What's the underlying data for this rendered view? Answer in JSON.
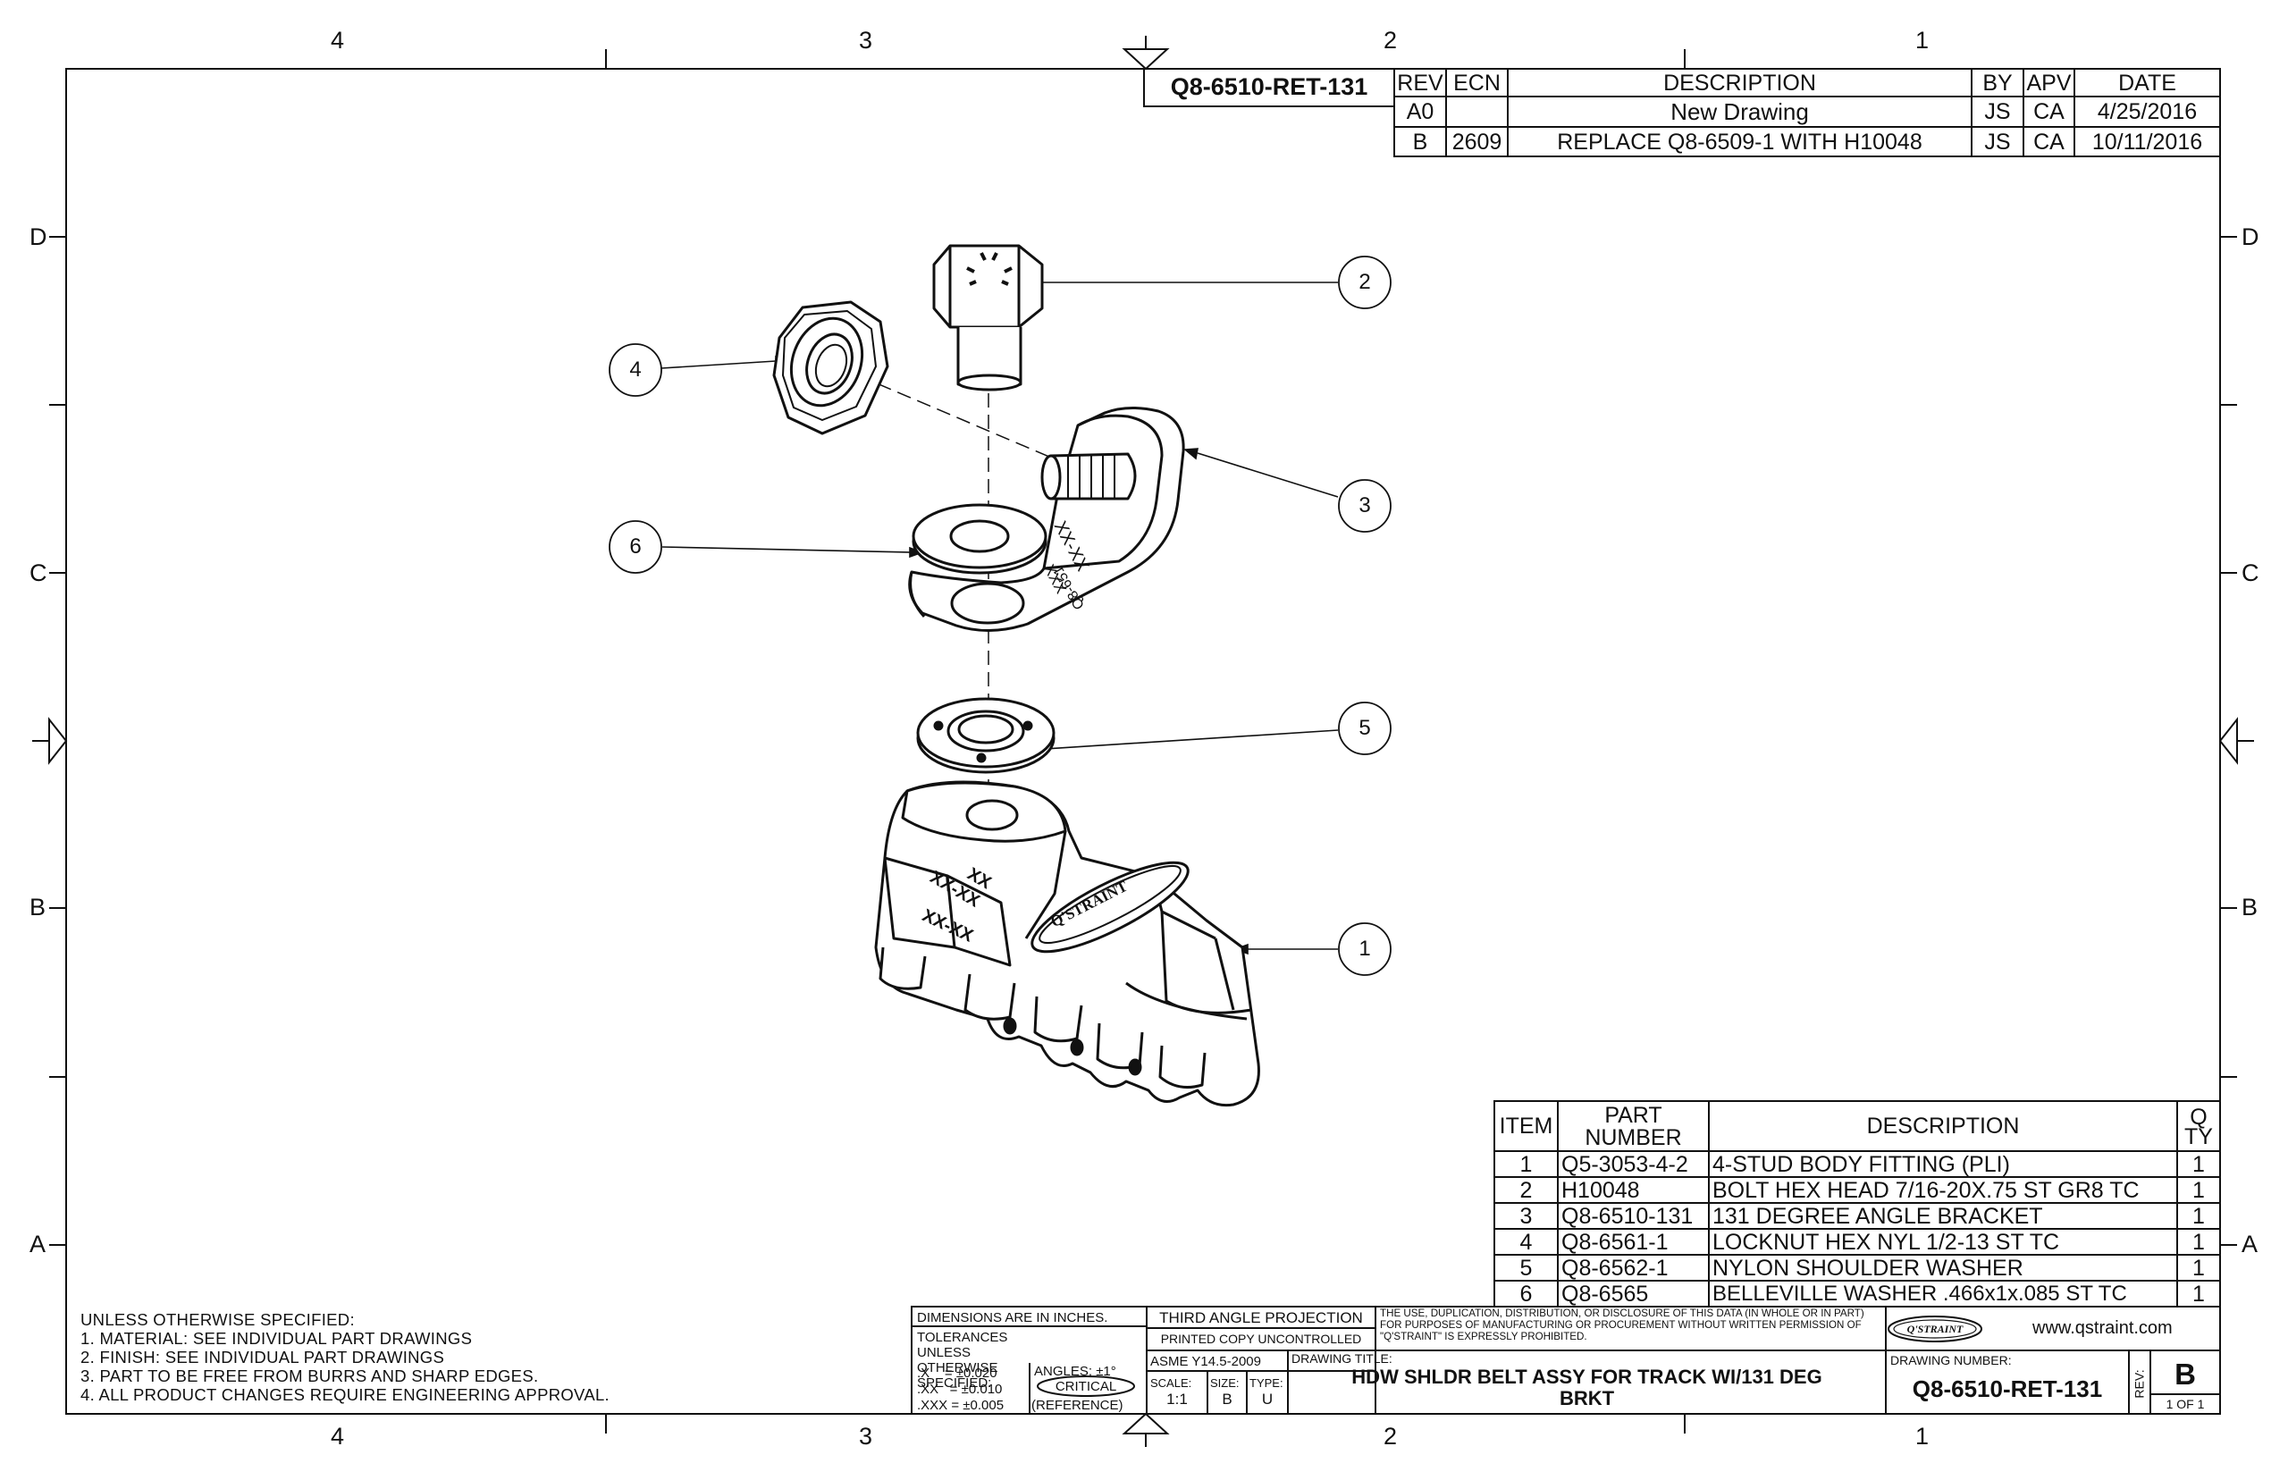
{
  "zones": {
    "columns": [
      "4",
      "3",
      "2",
      "1"
    ],
    "rows": [
      "D",
      "C",
      "B",
      "A"
    ]
  },
  "top_drawing_number": "Q8-6510-RET-131",
  "revision_table": {
    "headers": [
      "REV",
      "ECN",
      "DESCRIPTION",
      "BY",
      "APV",
      "DATE"
    ],
    "rows": [
      [
        "A0",
        "",
        "New Drawing",
        "JS",
        "CA",
        "4/25/2016"
      ],
      [
        "B",
        "2609",
        "REPLACE Q8-6509-1 WITH H10048",
        "JS",
        "CA",
        "10/11/2016"
      ]
    ]
  },
  "balloons": [
    "1",
    "2",
    "3",
    "4",
    "5",
    "6"
  ],
  "part_markings": {
    "bracket_code": "XX-XX",
    "bracket_part": "Q8-651",
    "bracket_xxx": "XXX",
    "fitting_xx": "XX",
    "fitting_xx_xx_1": "XX-XX",
    "fitting_xx_xx_2": "XX-XX",
    "logo": "Q'STRAINT"
  },
  "bom": {
    "headers": [
      "ITEM",
      "PART NUMBER",
      "DESCRIPTION",
      "QTY"
    ],
    "rows": [
      [
        "1",
        "Q5-3053-4-2",
        "4-STUD BODY FITTING (PLI)",
        "1"
      ],
      [
        "2",
        "H10048",
        "BOLT HEX HEAD 7/16-20X.75 ST GR8 TC",
        "1"
      ],
      [
        "3",
        "Q8-6510-131",
        "131 DEGREE ANGLE BRACKET",
        "1"
      ],
      [
        "4",
        "Q8-6561-1",
        "LOCKNUT HEX NYL 1/2-13 ST TC",
        "1"
      ],
      [
        "5",
        "Q8-6562-1",
        "NYLON SHOULDER WASHER",
        "1"
      ],
      [
        "6",
        "Q8-6565",
        "BELLEVILLE WASHER .466x1x.085 ST TC",
        "1"
      ]
    ]
  },
  "notes": {
    "heading": "UNLESS OTHERWISE SPECIFIED:",
    "items": [
      "1.  MATERIAL: SEE INDIVIDUAL PART DRAWINGS",
      "2.  FINISH:  SEE INDIVIDUAL PART DRAWINGS",
      "3.  PART TO BE FREE FROM BURRS AND SHARP EDGES.",
      "4.  ALL PRODUCT CHANGES REQUIRE ENGINEERING APPROVAL."
    ]
  },
  "title_block": {
    "dims_units": "DIMENSIONS ARE IN INCHES.",
    "tolerances_heading": "TOLERANCES UNLESS OTHERWISE SPECIFIED:",
    "tol_x": ".X    = ±0.020",
    "tol_xx": ".XX   = ±0.010",
    "tol_xxx": ".XXX = ±0.005",
    "angles": "ANGLES: ±1°",
    "critical": "CRITICAL",
    "reference": "(REFERENCE)",
    "projection": "THIRD ANGLE PROJECTION",
    "printed_copy": "PRINTED COPY UNCONTROLLED",
    "asme": "ASME Y14.5-2009",
    "scale_label": "SCALE:",
    "scale_value": "1:1",
    "size_label": "SIZE:",
    "size_value": "B",
    "type_label": "TYPE:",
    "type_value": "U",
    "proprietary": "THE USE, DUPLICATION, DISTRIBUTION, OR DISCLOSURE OF THIS DATA (IN WHOLE OR IN PART) FOR PURPOSES OF MANUFACTURING OR PROCUREMENT WITHOUT WRITTEN PERMISSION OF \"Q'STRAINT\" IS EXPRESSLY PROHIBITED.",
    "drawing_title_label": "DRAWING TITLE:",
    "drawing_title_line1": "HDW SHLDR BELT ASSY FOR TRACK WI/131 DEG",
    "drawing_title_line2": "BRKT",
    "logo": "Q'STRAINT",
    "website": "www.qstraint.com",
    "drawing_number_label": "DRAWING NUMBER:",
    "drawing_number": "Q8-6510-RET-131",
    "rev_label": "REV:",
    "rev_value": "B",
    "sheet": "1 OF 1"
  }
}
